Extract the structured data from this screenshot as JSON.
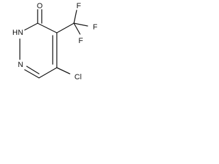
{
  "molecule": {
    "atoms": {
      "oxygen": "O",
      "nh": "HN",
      "n": "N",
      "cl": "Cl",
      "f_top": "F",
      "f_right": "F",
      "f_bottom": "F"
    }
  }
}
